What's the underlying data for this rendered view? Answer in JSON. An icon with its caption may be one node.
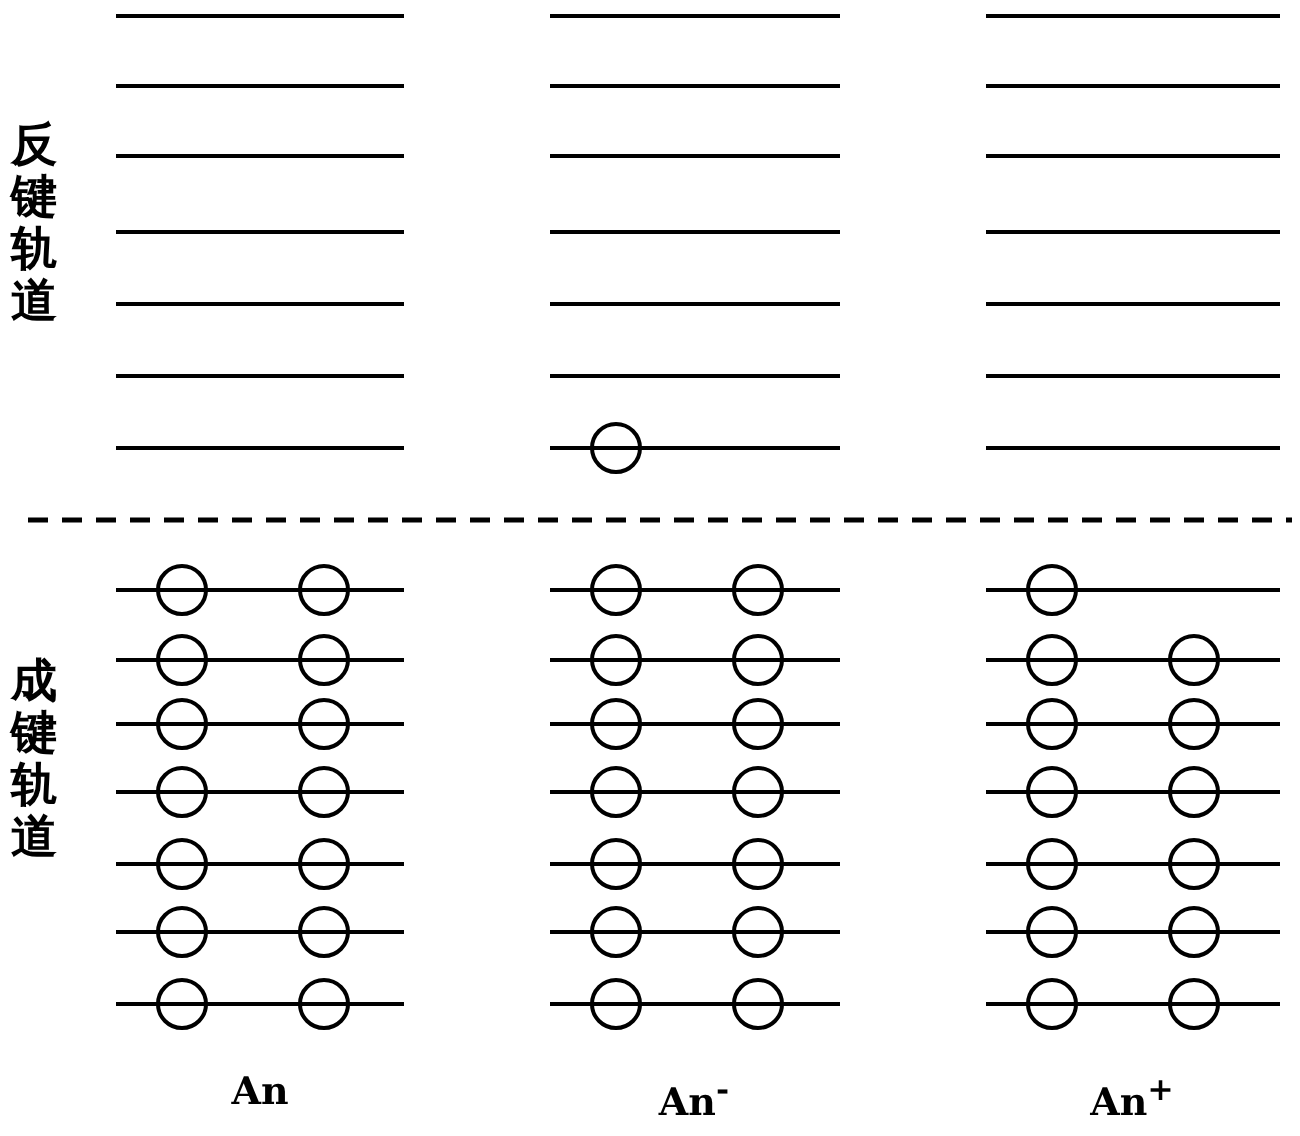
{
  "diagram": {
    "labels": [
      "反键轨道",
      "成键轨道",
      "An",
      "An$^{-}$",
      "An$^{+}$"
    ]
  }
}
